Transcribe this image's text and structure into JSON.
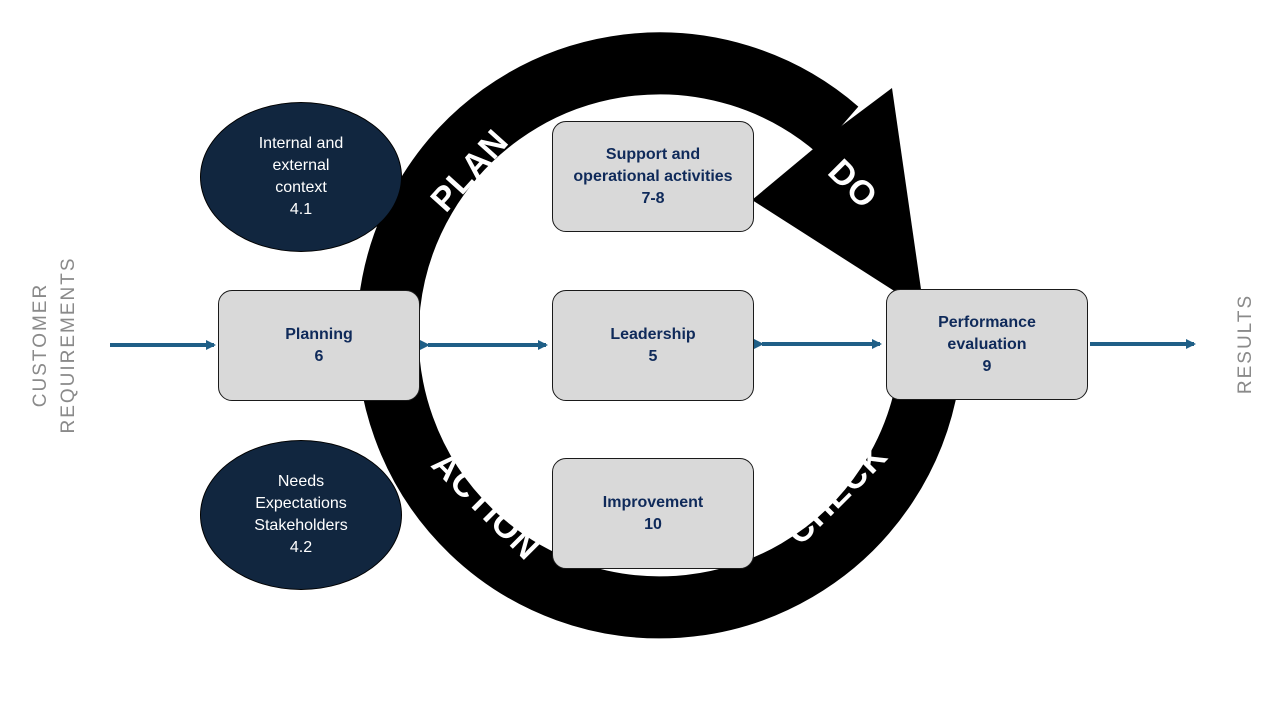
{
  "colors": {
    "ring": "#000000",
    "box_fill": "#d9d9d9",
    "box_text": "#0f2a5a",
    "oval_fill": "#11263f",
    "arrow": "#1f5f87",
    "side_text": "#8a8a8a"
  },
  "cycle": {
    "plan": "PLAN",
    "do": "DO",
    "check": "CHECK",
    "action": "ACTION"
  },
  "side_labels": {
    "left_line1": "CUSTOMER",
    "left_line2": "REQUIREMENTS",
    "right": "RESULTS"
  },
  "boxes": {
    "support": {
      "line1": "Support and",
      "line2": "operational activities",
      "number": "7-8"
    },
    "planning": {
      "line1": "Planning",
      "number": "6"
    },
    "leadership": {
      "line1": "Leadership",
      "number": "5"
    },
    "performance": {
      "line1": "Performance",
      "line2": "evaluation",
      "number": "9"
    },
    "improvement": {
      "line1": "Improvement",
      "number": "10"
    }
  },
  "ovals": {
    "context": {
      "line1": "Internal and",
      "line2": "external",
      "line3": "context",
      "number": "4.1"
    },
    "needs": {
      "line1": "Needs",
      "line2": "Expectations",
      "line3": "Stakeholders",
      "number": "4.2"
    }
  }
}
